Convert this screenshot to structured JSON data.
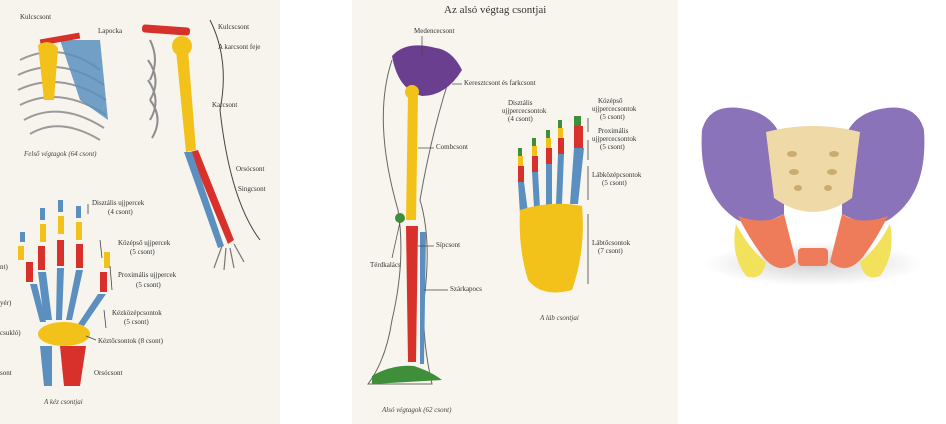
{
  "upper_limb": {
    "labels": {
      "clavicle_a": "Kulcscsont",
      "scapula": "Lapocka",
      "clavicle_b": "Kulcscsont",
      "humerus_head": "A karcsont feje",
      "humerus": "Karcsont",
      "radius": "Orsócsont",
      "ulna": "Singcsont"
    },
    "caption_top": "Felső végtagok (64 csont)",
    "hand_labels": {
      "distal_1": "Disztális ujjpercek",
      "distal_2": "(4 csont)",
      "middle_1": "Középső ujjpercek",
      "middle_2": "(5 csont)",
      "proximal_1": "Proximális ujjpercek",
      "proximal_2": "(5 csont)",
      "metacarpal_1": "Kézközépcsontok",
      "metacarpal_2": "(5 csont)",
      "carpal": "Kéztőcsontok (8 csont)",
      "radius": "Orsócsont",
      "cut_1": "nt)",
      "cut_2": "yér)",
      "cut_3": "csukló)",
      "cut_4": "sont"
    },
    "caption_hand": "A kéz csontjai"
  },
  "lower_limb": {
    "title": "Az alsó végtag csontjai",
    "labels": {
      "hip": "Medencecsont",
      "sacrum": "Keresztcsont és farkcsont",
      "femur": "Combcsont",
      "patella": "Térdkalács",
      "tibia": "Sípcsont",
      "fibula": "Szárkapocs"
    },
    "foot_labels": {
      "distal_1": "Disztális",
      "distal_2": "ujjpercecsontok",
      "distal_3": "(4 csont)",
      "middle_1": "Középső",
      "middle_2": "ujjpercecsontok",
      "middle_3": "(5 csont)",
      "proximal_1": "Proximális",
      "proximal_2": "ujjpercecsontok",
      "proximal_3": "(5 csont)",
      "metatarsal_1": "Lábközépcsontok",
      "metatarsal_2": "(5 csont)",
      "tarsal_1": "Lábtőcsontok",
      "tarsal_2": "(7 csont)"
    },
    "caption_foot": "A láb csontjai",
    "caption_leg": "Alsó végtagok (62 csont)"
  },
  "colors": {
    "yellow": "#f2c21a",
    "red": "#d8302a",
    "blue": "#5b8fbf",
    "purple": "#6b3f8f",
    "green": "#3f8f3a",
    "pelvis_purple": "#8a73b8",
    "pelvis_cream": "#efd9a6",
    "pelvis_orange": "#ee7c5a",
    "pelvis_yellow": "#f2e15a"
  }
}
